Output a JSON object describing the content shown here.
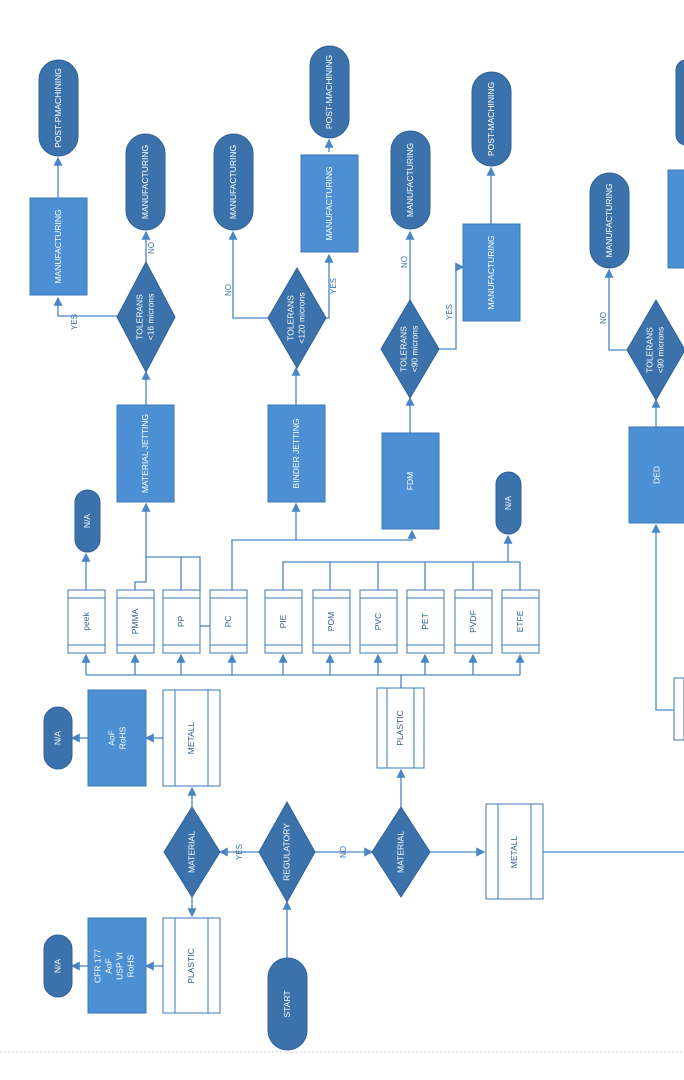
{
  "terminals": {
    "start": "START",
    "na": "N/A",
    "manufacturing": "MANUFACTURING",
    "post_machining": "POST-MACHINING",
    "post_pmachining": "POST-PMACHINING"
  },
  "decisions": {
    "regulatory": "REGULATORY",
    "material": "MATERIAL",
    "tolerans": "TOLERANS",
    "t16": "<16 microns",
    "t120": "<120 microns",
    "t90": "<90 microns"
  },
  "edges": {
    "yes": "YES",
    "no": "NO"
  },
  "tables": {
    "plastic": "PLASTIC",
    "metall": "METALL"
  },
  "standards": {
    "plastic_lines": [
      "CFR 177",
      "AoF",
      "USP VI",
      "RoHS"
    ],
    "metall_lines": [
      "AoF",
      "RoHS"
    ]
  },
  "materials": [
    "peek",
    "PMMA",
    "PP",
    "PC",
    "PIE",
    "POM",
    "PVC",
    "PET",
    "PVDF",
    "ETFE"
  ],
  "processes": {
    "material_jetting": "MATERIAL JETTING",
    "binder_jetting": "BINDER JETTING",
    "fdm": "FDM",
    "ded": "DED",
    "manufacturing": "MANUFACTURING"
  }
}
